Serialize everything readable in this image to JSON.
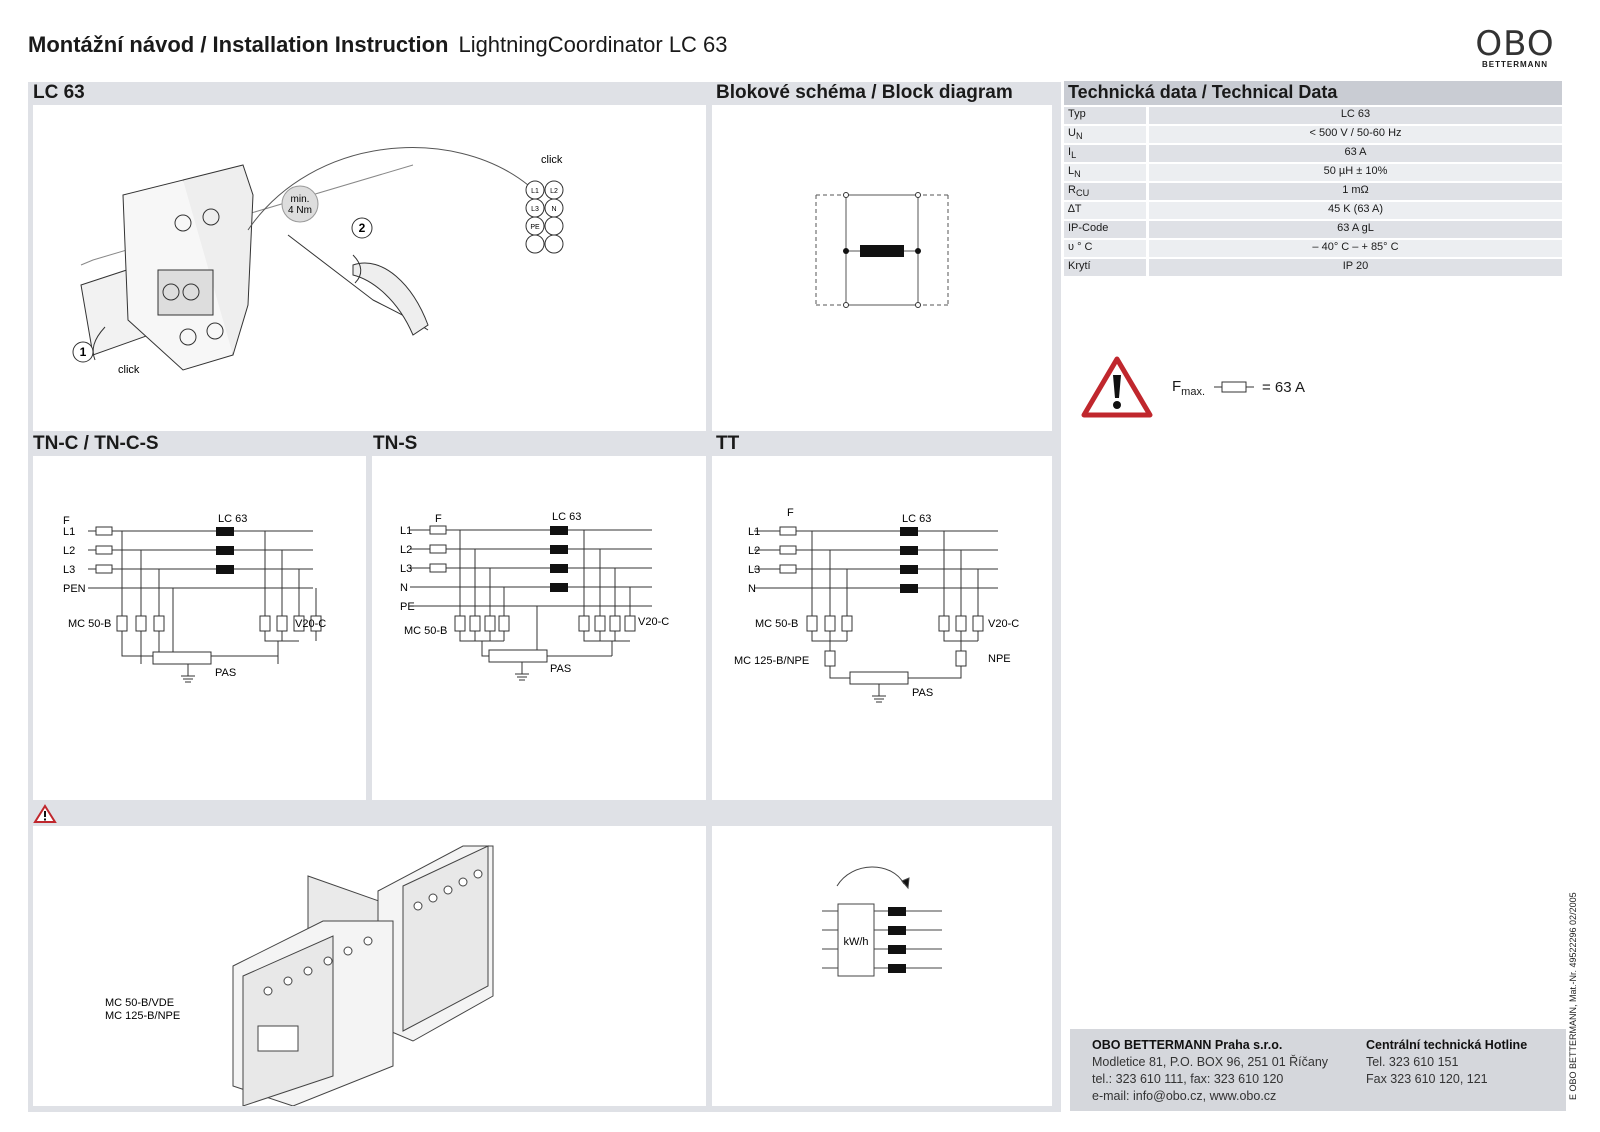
{
  "header": {
    "title": "Montážní návod / Installation Instruction",
    "subtitle": "LightningCoordinator LC 63",
    "logo": "OBO",
    "logo_sub": "BETTERMANN"
  },
  "sections": {
    "lc63": "LC 63",
    "block": "Blokové schéma / Block diagram",
    "tnc": "TN-C / TN-C-S",
    "tns": "TN-S",
    "tt": "TT"
  },
  "install": {
    "click_top": "click",
    "click_bottom": "click",
    "torque_line1": "min.",
    "torque_line2": "4 Nm",
    "step1": "1",
    "step2": "2",
    "terminals": [
      "L1",
      "L2",
      "L3",
      "N",
      "PE"
    ]
  },
  "tech": {
    "title": "Technická data / Technical Data",
    "rows": [
      {
        "k": "Typ",
        "k_sub": "",
        "v": "LC 63"
      },
      {
        "k": "U",
        "k_sub": "N",
        "v": "< 500 V / 50-60 Hz"
      },
      {
        "k": "I",
        "k_sub": "L",
        "v": "63 A"
      },
      {
        "k": "L",
        "k_sub": "N",
        "v": "50 µH ± 10%"
      },
      {
        "k": "R",
        "k_sub": "CU",
        "v": "1 mΩ"
      },
      {
        "k": "∆T",
        "k_sub": "",
        "v": "45 K (63 A)"
      },
      {
        "k": "IP-Code",
        "k_sub": "",
        "v": "63 A gL"
      },
      {
        "k": "υ ° C",
        "k_sub": "",
        "v": "– 40° C – + 85° C"
      },
      {
        "k": "Krytí",
        "k_sub": "",
        "v": "IP 20"
      }
    ]
  },
  "warning": {
    "f": "F",
    "f_sub": "max.",
    "value": "= 63 A"
  },
  "diagrams": {
    "F": "F",
    "lc": "LC 63",
    "mc50": "MC 50-B",
    "mc125": "MC 125-B/NPE",
    "v20": "V20-C",
    "npe": "NPE",
    "pas": "PAS",
    "tnc_lines": [
      "L1",
      "L2",
      "L3",
      "PEN"
    ],
    "tns_lines": [
      "L1",
      "L2",
      "L3",
      "N",
      "PE"
    ],
    "tt_lines": [
      "L1",
      "L2",
      "L3",
      "N"
    ]
  },
  "bottom": {
    "label1": "MC 50-B/VDE",
    "label2": "MC 125-B/NPE",
    "kwh": "kW/h"
  },
  "footer": {
    "company": "OBO BETTERMANN Praha s.r.o.",
    "address": "Modletice 81, P.O. BOX 96, 251 01 Říčany",
    "phone": "tel.: 323 610 111, fax: 323 610 120",
    "email": "e-mail: info@obo.cz, www.obo.cz",
    "hotline_title": "Centrální technická Hotline",
    "hotline_tel": "Tel. 323 610 151",
    "hotline_fax": "Fax 323 610 120, 121"
  },
  "side_note": "E OBO BETTERMANN, Mat.-Nr. 49522296 02/2005"
}
